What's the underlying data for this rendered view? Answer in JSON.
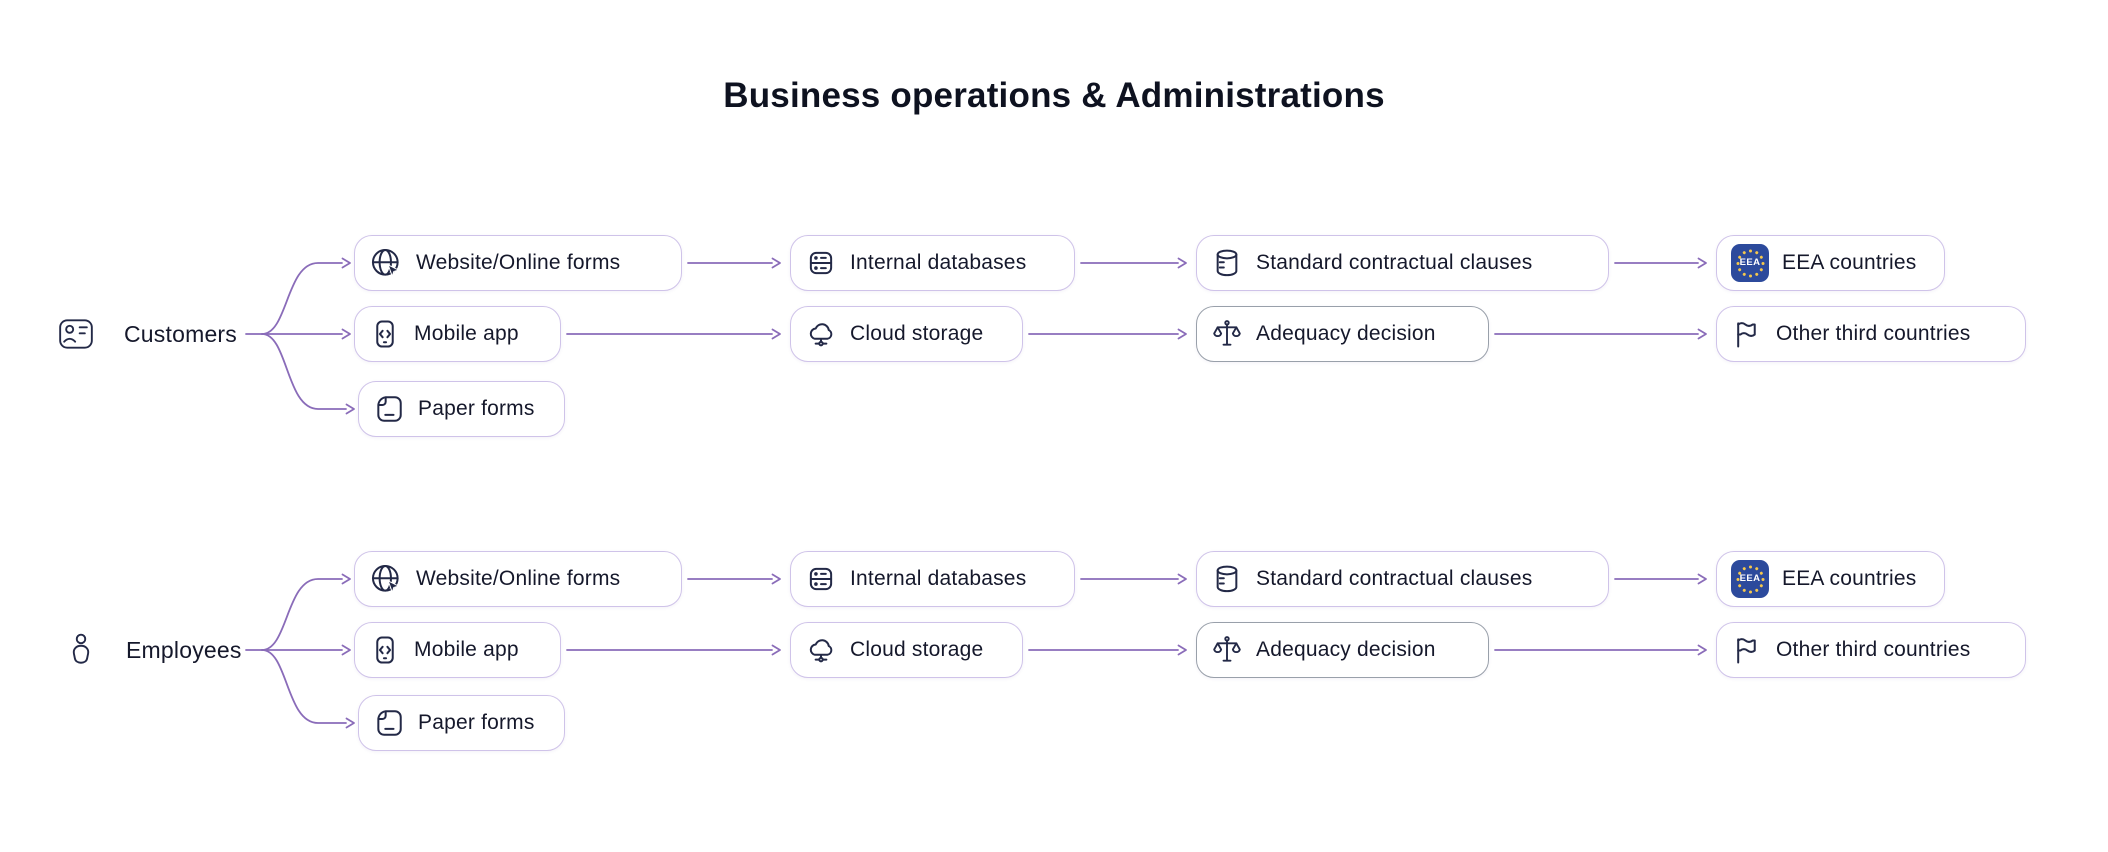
{
  "title": "Business operations & Administrations",
  "colors": {
    "title": "#0e1220",
    "text": "#15182b",
    "icon": "#232947",
    "connector": "#8a6cb9",
    "border": "#cfc3e9",
    "border-gray": "#99a0aa",
    "eea-blue": "#2c4a9c",
    "eea-star": "#f6c84c",
    "background": "#ffffff"
  },
  "eea_badge_text": "EEA",
  "sections": [
    {
      "source": {
        "label": "Customers",
        "icon": "id-card-user-icon"
      },
      "channels": [
        {
          "label": "Website/Online forms",
          "icon": "globe-cursor-icon"
        },
        {
          "label": "Mobile app",
          "icon": "mobile-code-icon"
        },
        {
          "label": "Paper forms",
          "icon": "paper-document-icon"
        }
      ],
      "storage": [
        {
          "label": "Internal databases",
          "icon": "server-icon"
        },
        {
          "label": "Cloud storage",
          "icon": "cloud-network-icon"
        }
      ],
      "safeguards": [
        {
          "label": "Standard contractual clauses",
          "icon": "database-icon"
        },
        {
          "label": "Adequacy decision",
          "icon": "scales-icon"
        }
      ],
      "destinations": [
        {
          "label": "EEA countries",
          "icon": "eea-flag-icon"
        },
        {
          "label": "Other third countries",
          "icon": "flag-icon"
        }
      ]
    },
    {
      "source": {
        "label": "Employees",
        "icon": "person-icon"
      },
      "channels": [
        {
          "label": "Website/Online forms",
          "icon": "globe-cursor-icon"
        },
        {
          "label": "Mobile app",
          "icon": "mobile-code-icon"
        },
        {
          "label": "Paper forms",
          "icon": "paper-document-icon"
        }
      ],
      "storage": [
        {
          "label": "Internal databases",
          "icon": "server-icon"
        },
        {
          "label": "Cloud storage",
          "icon": "cloud-network-icon"
        }
      ],
      "safeguards": [
        {
          "label": "Standard contractual clauses",
          "icon": "database-icon"
        },
        {
          "label": "Adequacy decision",
          "icon": "scales-icon"
        }
      ],
      "destinations": [
        {
          "label": "EEA countries",
          "icon": "eea-flag-icon"
        },
        {
          "label": "Other third countries",
          "icon": "flag-icon"
        }
      ]
    }
  ]
}
